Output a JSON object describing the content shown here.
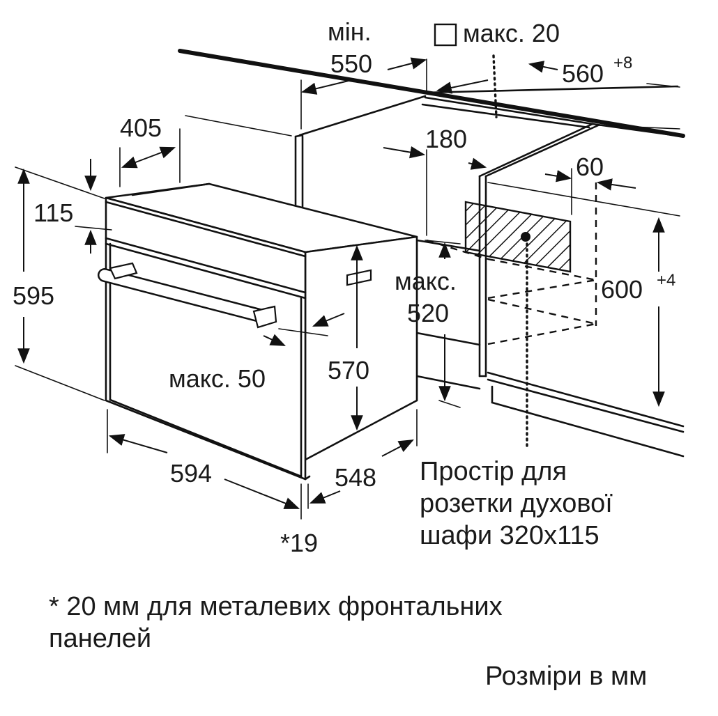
{
  "labels": {
    "min": "мін.",
    "d550": "550",
    "max20": "макс. 20",
    "d560": "560",
    "d560_tol": "+8",
    "d405": "405",
    "d180": "180",
    "d60": "60",
    "d115": "115",
    "d595": "595",
    "max520_top": "макс.",
    "max520_val": "520",
    "d600": "600",
    "d600_tol": "+4",
    "max50": "макс. 50",
    "d570": "570",
    "d594": "594",
    "d548": "548",
    "d19": "*19"
  },
  "socket_note": [
    "Простір для",
    "розетки духової",
    "шафи 320x115"
  ],
  "footnote": [
    "* 20 мм для металевих фронтальних",
    "панелей"
  ],
  "units_note": "Розміри в мм"
}
